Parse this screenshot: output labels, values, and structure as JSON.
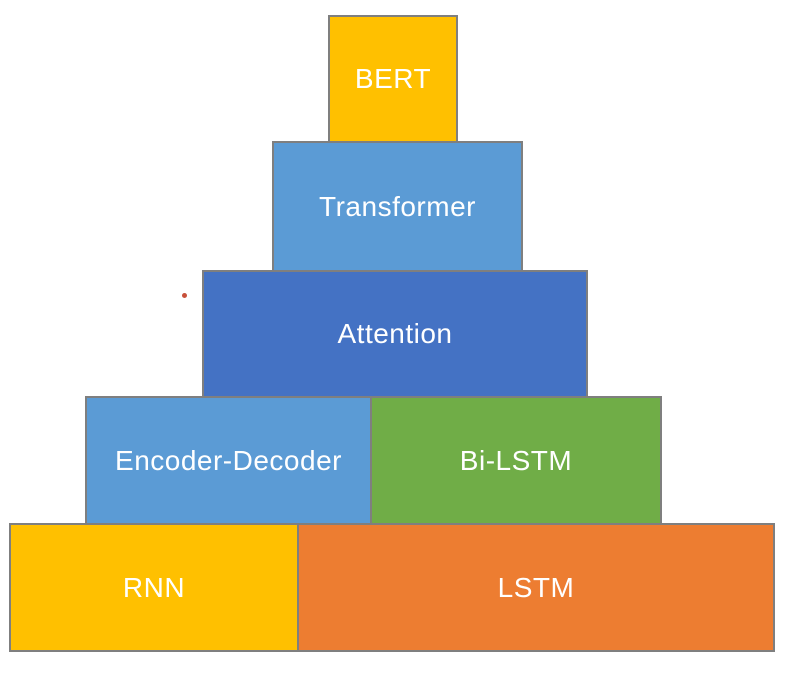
{
  "diagram": {
    "description": "Pyramid diagram of NLP model architectures stacked from foundational (bottom) to advanced (top)",
    "background_color": "#ffffff",
    "border_color": "#7f7f7f",
    "text_color": "#ffffff",
    "blocks": {
      "bert": {
        "label": "BERT",
        "fill": "#FFC000",
        "row": 1
      },
      "transformer": {
        "label": "Transformer",
        "fill": "#5B9BD5",
        "row": 2
      },
      "attention": {
        "label": "Attention",
        "fill": "#4472C4",
        "row": 3
      },
      "encoder_decoder": {
        "label": "Encoder-Decoder",
        "fill": "#5B9BD5",
        "row": 4
      },
      "bi_lstm": {
        "label": "Bi-LSTM",
        "fill": "#70AD47",
        "row": 4
      },
      "rnn": {
        "label": "RNN",
        "fill": "#FFC000",
        "row": 5
      },
      "lstm": {
        "label": "LSTM",
        "fill": "#ED7D31",
        "row": 5
      }
    },
    "artifact_dot": {
      "color": "#c8503a"
    }
  }
}
